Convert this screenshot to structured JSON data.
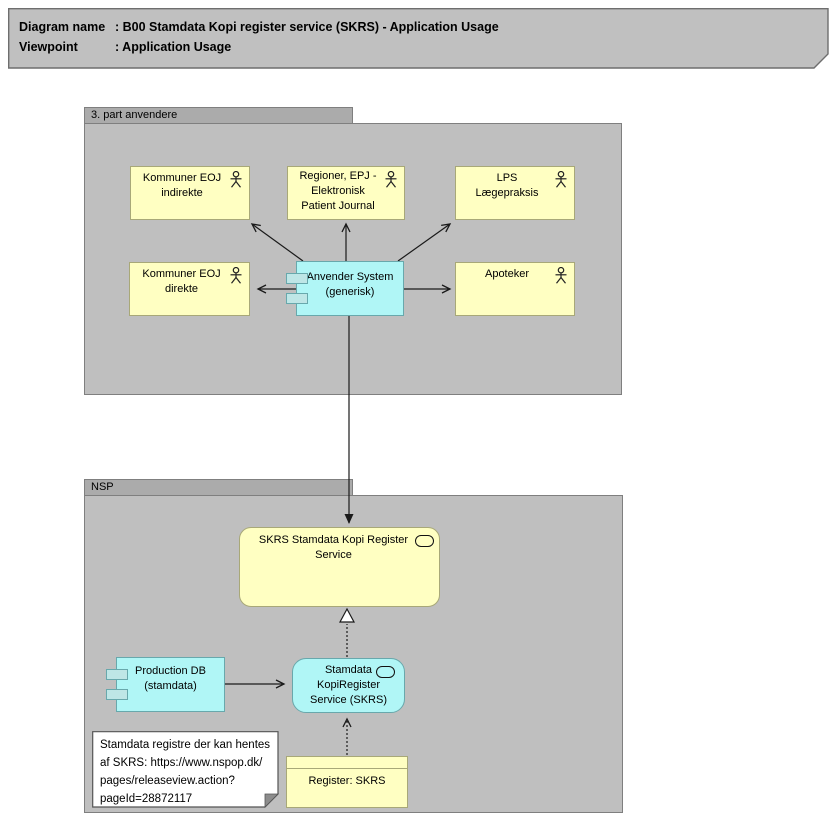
{
  "title": {
    "rows": [
      {
        "label": "Diagram name",
        "value": ": B00 Stamdata Kopi register service (SKRS) - Application Usage"
      },
      {
        "label": "Viewpoint",
        "value": ": Application Usage"
      }
    ]
  },
  "groups": {
    "third_party": "3. part anvendere",
    "nsp": "NSP"
  },
  "nodes": {
    "kommuner_eoj_indirekte": "Kommuner EOJ\nindirekte",
    "regioner_epj": "Regioner, EPJ -\nElektronisk\nPatient Journal",
    "lps": "LPS\nLægepraksis",
    "kommuner_eoj_direkte": "Kommuner EOJ\ndirekte",
    "anvender_system": "Anvender System\n(generisk)",
    "apoteker": "Apoteker",
    "skrs_service": "SKRS Stamdata Kopi Register\nService",
    "production_db": "Production DB\n(stamdata)",
    "stamdata_kopiregister": "Stamdata\nKopiRegister\nService (SKRS)",
    "register_skrs": "Register: SKRS"
  },
  "note": {
    "text": "Stamdata registre der kan hentes\naf SKRS: https://www.nspop.dk/\npages/releaseview.action?\npageId=28872117"
  },
  "colors": {
    "actor_fill": "#ffffc2",
    "actor_border": "#a8a878",
    "component_fill": "#b0f6f6",
    "component_border": "#68a8ac",
    "group_fill": "#bfbfbf",
    "group_tab_fill": "#ababab",
    "group_border": "#7f7f7f",
    "title_fill": "#c0c0c0",
    "note_fill": "#ffffff",
    "line": "#1a1a1a"
  }
}
